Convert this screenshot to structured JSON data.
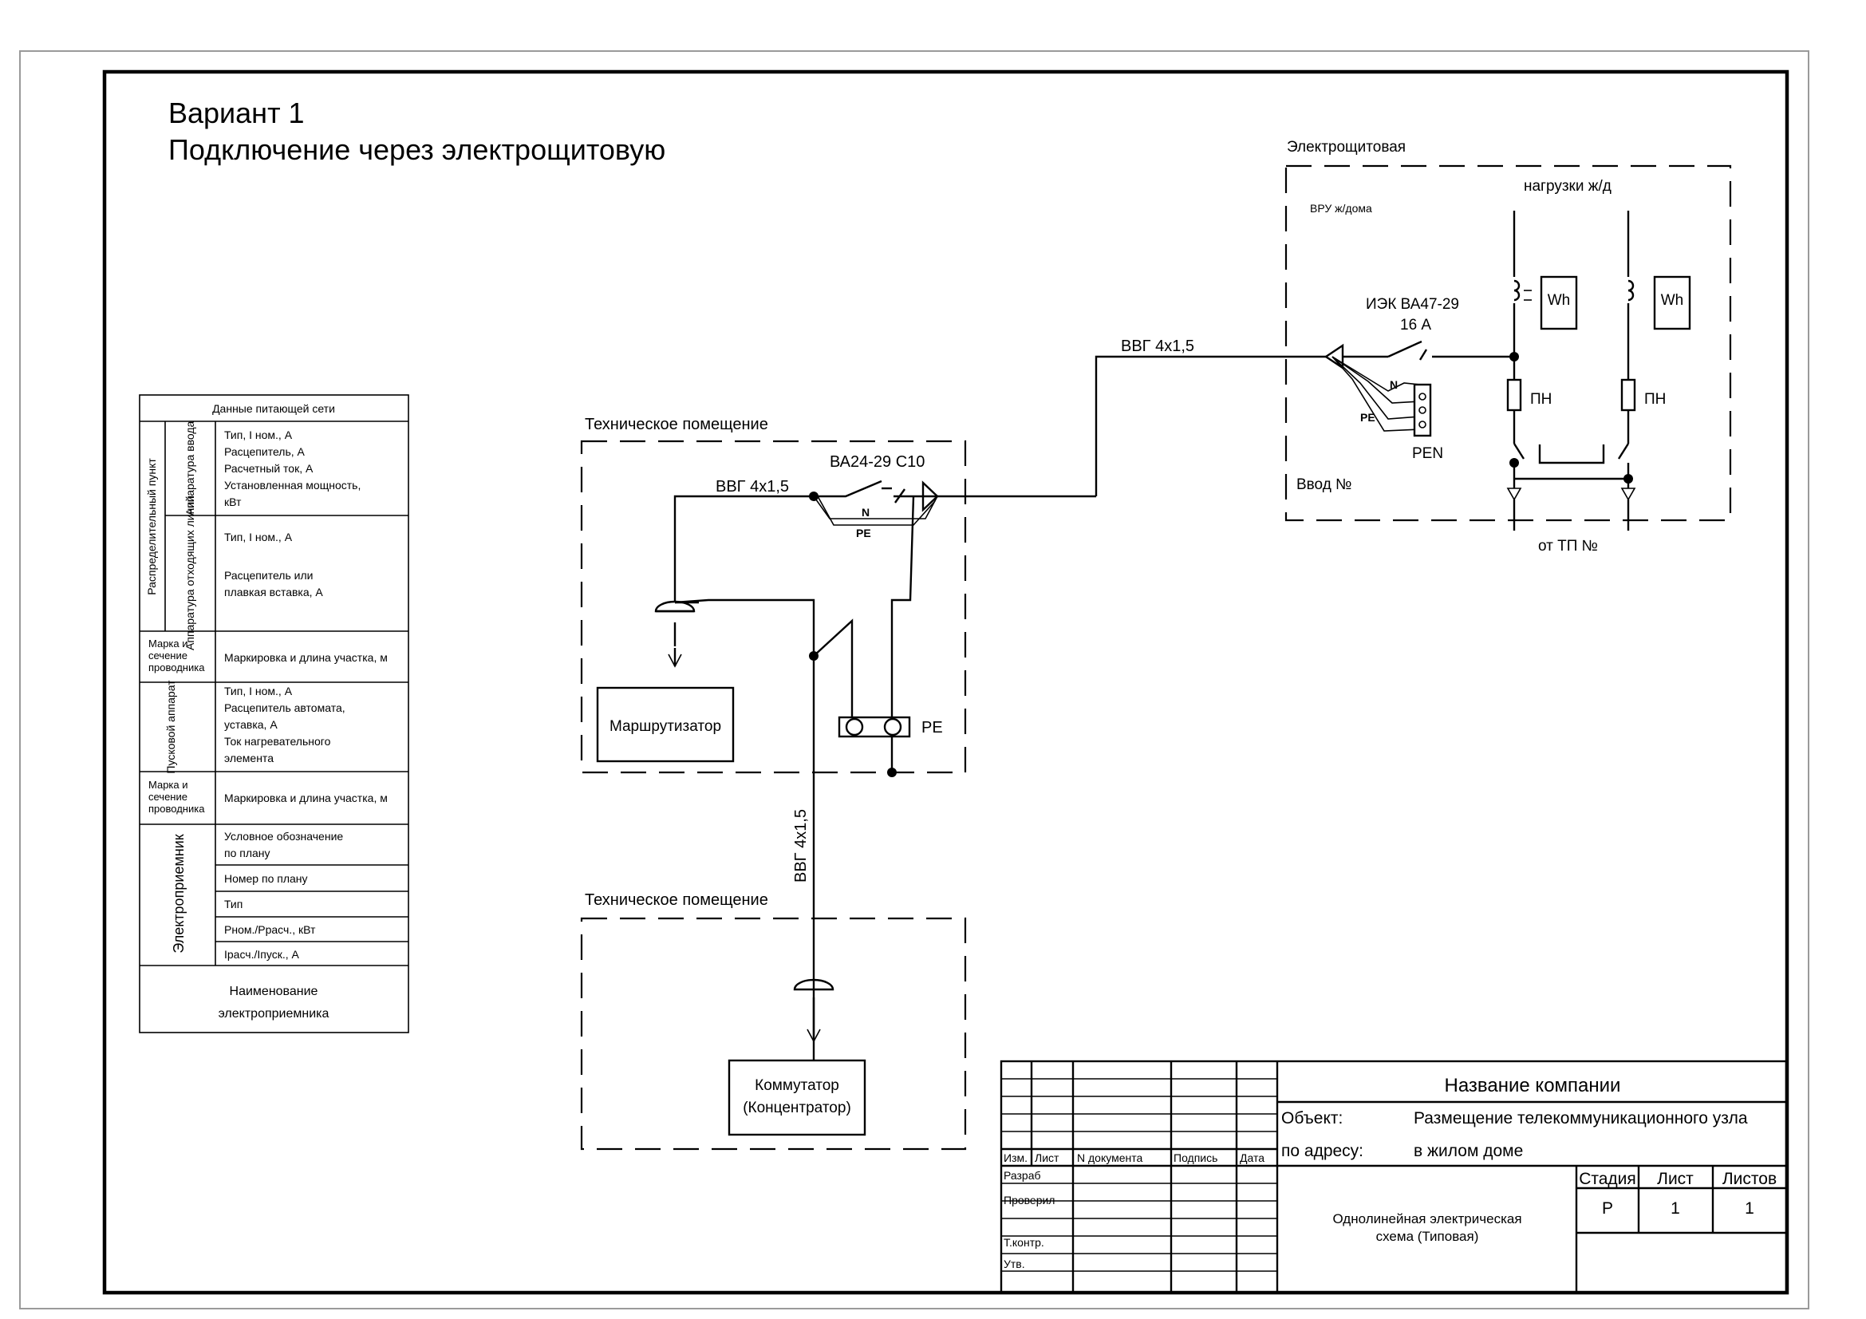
{
  "title": {
    "line1": "Вариант 1",
    "line2": "Подключение через электрощитовую"
  },
  "data_table": {
    "header": "Данные питающей сети",
    "group_rp": "Распределительный пункт",
    "group_input": "Аппаратура ввода",
    "input_lines": [
      "Тип, I ном., А",
      "Расцепитель, А",
      "Расчетный ток, А",
      "Установленная мощность,",
      "кВт"
    ],
    "group_outgoing": "Аппаратура отходящих линий",
    "outgoing_lines_1": [
      "Тип, I ном., А"
    ],
    "outgoing_lines_2": [
      "Расцепитель или",
      "плавкая вставка, А"
    ],
    "cable_label_1": [
      "Марка и",
      "сечение",
      "проводника"
    ],
    "cable_value_1": "Маркировка и длина участка, м",
    "starter_label": "Пусковой аппарат",
    "starter_lines": [
      "Тип, I ном., А",
      "Расцепитель автомата,",
      "уставка, А",
      "Ток нагревательного",
      "элемента"
    ],
    "cable_label_2": [
      "Марка и",
      "сечение",
      "проводника"
    ],
    "cable_value_2": "Маркировка и длина участка, м",
    "receiver_label": "Электроприемник",
    "receiver_rows": [
      [
        "Условное обозначение",
        "по плану"
      ],
      [
        "Номер по плану"
      ],
      [
        "Тип"
      ],
      [
        "Рном./Ррасч., кВт"
      ],
      [
        "Iрасч./Iпуск., А"
      ]
    ],
    "footer": [
      "Наименование",
      "электроприемника"
    ]
  },
  "diagram": {
    "tech_room_1": "Техническое помещение",
    "tech_room_2": "Техническое помещение",
    "cable_router": "ВВГ 4х1,5",
    "breaker_tech": "ВА24-29 С10",
    "n_label_tech": "N",
    "pe_label_tech": "PE",
    "router": "Маршрутизатор",
    "pe_bar": "PE",
    "cable_vertical": "ВВГ 4х1,5",
    "switch_lines": [
      "Коммутатор",
      "(Концентратор)"
    ],
    "cable_main": "ВВГ 4х1,5",
    "panel_room": "Электрощитовая",
    "vru": "ВРУ ж/дома",
    "loads": "нагрузки ж/д",
    "breaker_panel_1": "ИЭК ВА47-29",
    "breaker_panel_2": "16 А",
    "meter_1": "Wh",
    "meter_2": "Wh",
    "n_label_panel": "N",
    "pe_label_panel": "PE",
    "pen": "PEN",
    "fuse_1": "ПН",
    "fuse_2": "ПН",
    "input_no": "Ввод №",
    "from_tp": "от ТП №"
  },
  "title_block": {
    "company": "Название компании",
    "object_label": "Объект:",
    "object_value": "Размещение телекоммуникационного узла",
    "address_label": "по адресу:",
    "address_value": "в жилом доме",
    "col_izm": "Изм.",
    "col_list": "Лист",
    "col_doc": "N документа",
    "col_sign": "Подпись",
    "col_date": "Дата",
    "row_razrab": "Разраб",
    "row_proveril": "Проверил",
    "row_tkontr": "Т.контр.",
    "row_utv": "Утв.",
    "drawing_title_1": "Однолинейная электрическая",
    "drawing_title_2": "схема (Типовая)",
    "stage_h": "Стадия",
    "sheet_h": "Лист",
    "sheets_h": "Листов",
    "stage_v": "Р",
    "sheet_v": "1",
    "sheets_v": "1"
  }
}
